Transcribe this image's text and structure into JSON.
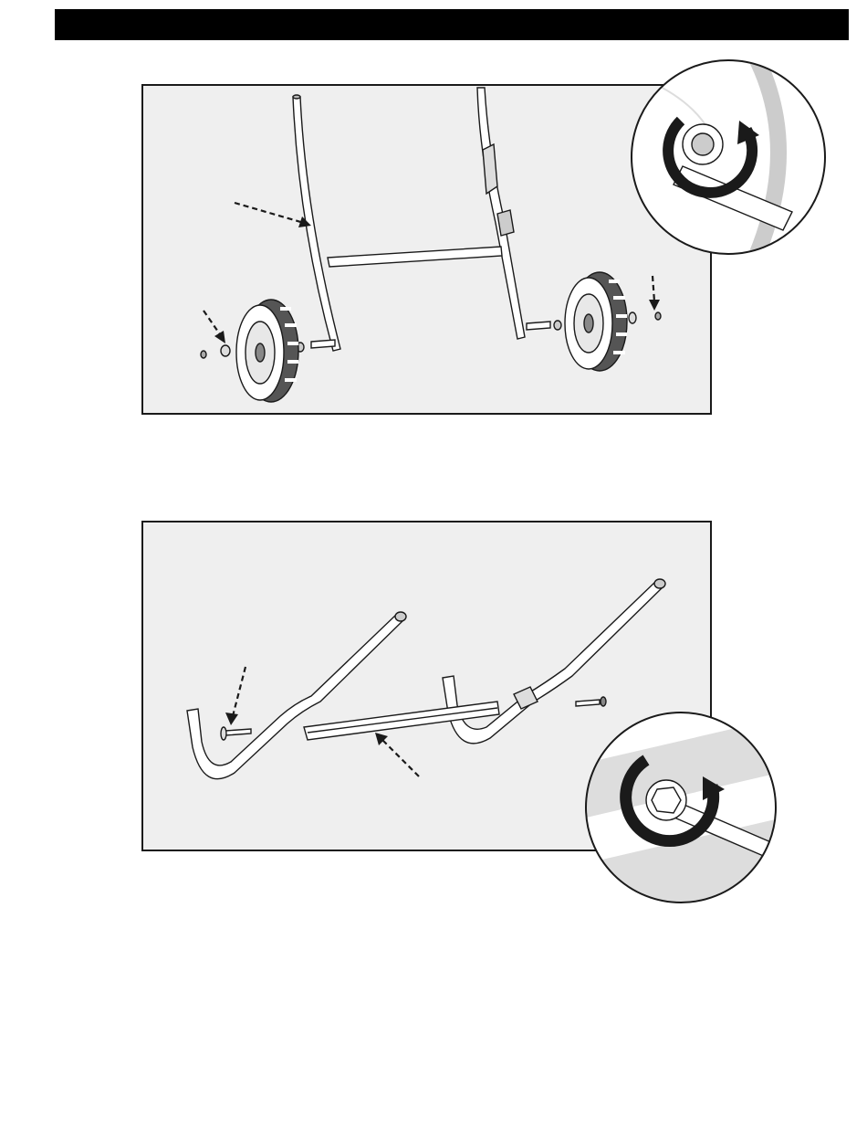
{
  "header": {
    "title": ""
  },
  "step1": {
    "illustration": "frame-with-wheels",
    "parts": [
      "frame-leg-left",
      "frame-leg-right",
      "cross-bar",
      "wheel-left",
      "wheel-right",
      "axle-bolt",
      "washer",
      "nut"
    ],
    "detail": "wrench-tightening-nut-icon"
  },
  "step2": {
    "illustration": "handle-assembly",
    "parts": [
      "handle-tube-left",
      "handle-tube-right",
      "cross-brace",
      "long-bolt",
      "short-bolt",
      "bracket"
    ],
    "detail": "wrench-tightening-nut-icon"
  },
  "colors": {
    "panel": "#efefef",
    "line": "#1a1a1a",
    "header": "#000000"
  }
}
